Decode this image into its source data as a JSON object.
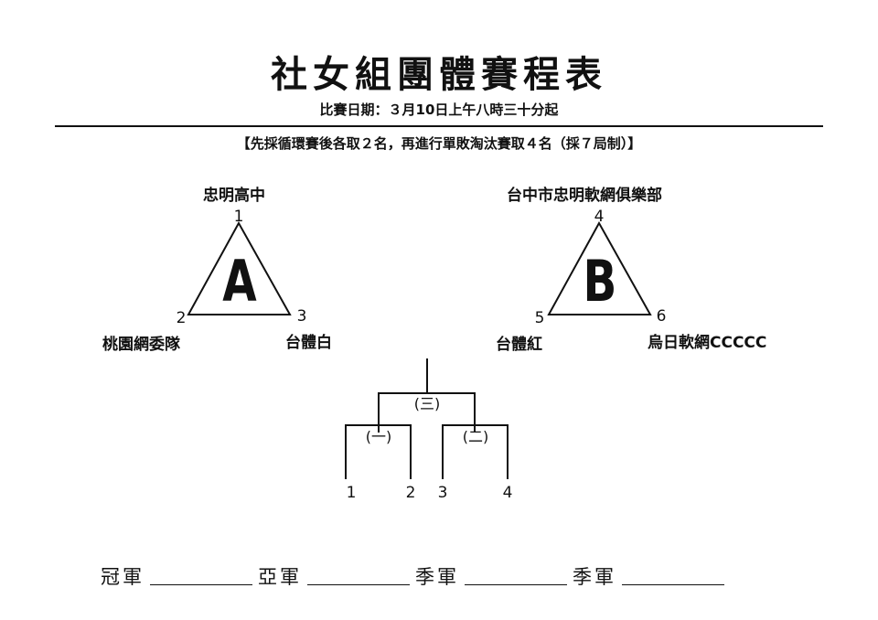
{
  "title": "社女組團體賽程表",
  "date_line": "比賽日期：３月10日上午八時三十分起",
  "rules_line": "【先採循環賽後各取２名，再進行單敗淘汰賽取４名（採７局制）】",
  "group_a": {
    "letter": "A",
    "top_team": "忠明高中",
    "top_num": "1",
    "left_num": "2",
    "right_num": "3",
    "left_team": "桃園網委隊",
    "right_team": "台體白"
  },
  "group_b": {
    "letter": "B",
    "top_team": "台中市忠明軟網俱樂部",
    "top_num": "4",
    "left_num": "5",
    "right_num": "6",
    "left_team": "台體紅",
    "right_team": "烏日軟網CCCCC"
  },
  "bracket": {
    "final_label": "(三)",
    "semi1_label": "(一)",
    "semi2_label": "(二)",
    "seeds": [
      "1",
      "2",
      "3",
      "4"
    ]
  },
  "footer": {
    "champion": "冠軍",
    "runner_up": "亞軍",
    "third_a": "季軍",
    "third_b": "季軍"
  }
}
